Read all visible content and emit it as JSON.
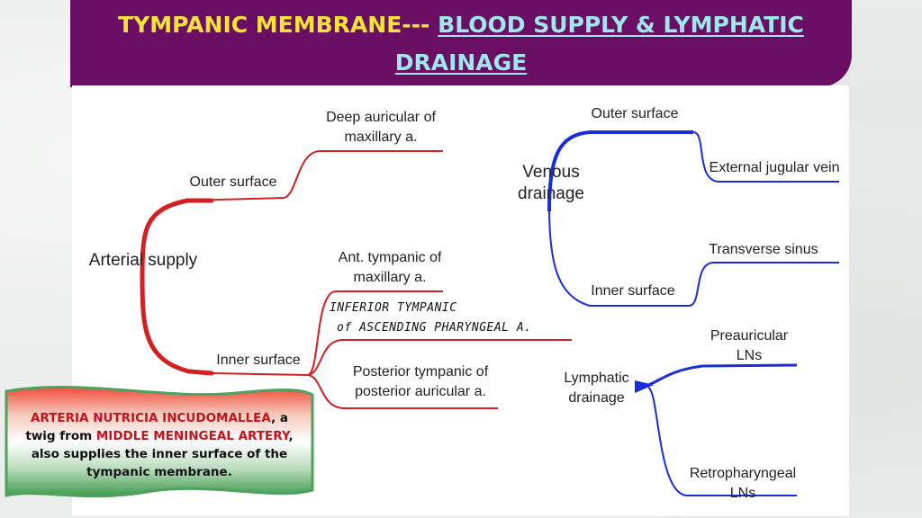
{
  "title": {
    "part1": "TYMPANIC MEMBRANE---",
    "part2": "BLOOD SUPPLY & LYMPHATIC DRAINAGE"
  },
  "arterial": {
    "root": "Arterial supply",
    "outer": "Outer surface",
    "inner": "Inner surface",
    "deep_auricular": "Deep auricular of\nmaxillary a.",
    "ant_tympanic": "Ant. tympanic  of\nmaxillary a.",
    "inferior_tympanic_line1": "INFERIOR TYMPANIC",
    "inferior_tympanic_line2": "of ASCENDING PHARYNGEAL A.",
    "posterior_tympanic": "Posterior tympanic  of\nposterior auricular a."
  },
  "venous": {
    "root": "Venous\ndrainage",
    "outer": "Outer surface",
    "inner": "Inner surface",
    "external_jugular": "External jugular vein",
    "transverse_sinus": "Transverse sinus"
  },
  "lymphatic": {
    "root": "Lymphatic\ndrainage",
    "preauricular": "Preauricular\nLNs",
    "retropharyngeal": "Retropharyngeal\nLNs"
  },
  "callout": {
    "highlight1": "ARTERIA NUTRICIA INCUDOMALLEA",
    "text1": ", a twig from ",
    "highlight2": "MIDDLE MENINGEAL ARTERY",
    "text2": ", also supplies the inner surface of the tympanic membrane."
  },
  "colors": {
    "banner": "#6a0f64",
    "title_yellow": "#f5e23a",
    "title_cyan": "#9ee7ea",
    "arterial": "#d42020",
    "venous_lymph": "#1a2ed8",
    "callout_green": "#4fa25d",
    "callout_red": "#f04a3a"
  }
}
